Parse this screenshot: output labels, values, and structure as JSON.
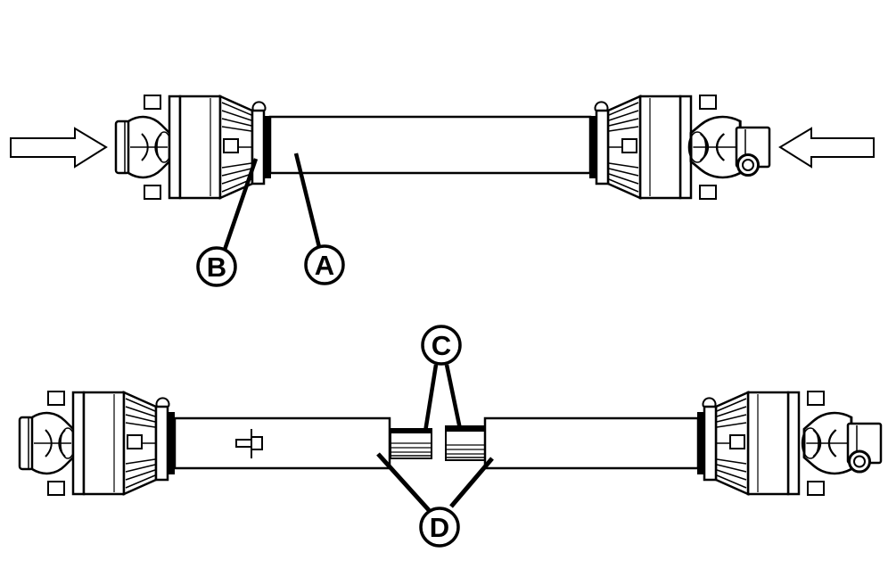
{
  "colors": {
    "line": "#000000",
    "background": "#ffffff"
  },
  "icons": {
    "left_arrow": "arrow-pointing-right",
    "right_arrow": "arrow-pointing-left"
  },
  "callouts": {
    "a": {
      "label": "A"
    },
    "b": {
      "label": "B"
    },
    "c": {
      "label": "C"
    },
    "d": {
      "label": "D"
    }
  }
}
